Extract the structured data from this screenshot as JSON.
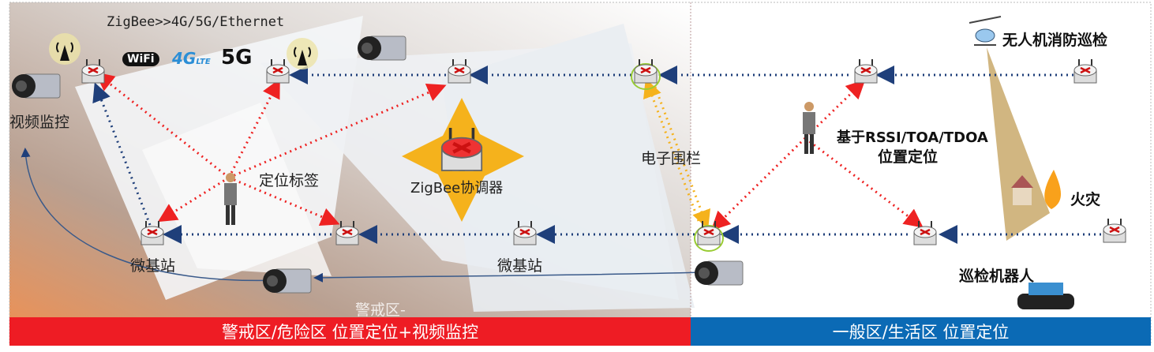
{
  "title_network": "ZigBee>>4G/5G/Ethernet",
  "icons": {
    "wifi": "WiFi",
    "lte": "4G",
    "lte_sub": "LTE",
    "five_g": "5G"
  },
  "labels": {
    "video": "视频监控",
    "tag": "定位标签",
    "coordinator": "ZigBee协调器",
    "micro_station_1": "微基站",
    "micro_station_2": "微基站",
    "fence": "电子围栏",
    "positioning_line1": "基于RSSI/TOA/TDOA",
    "positioning_line2": "位置定位",
    "drone": "无人机消防巡检",
    "fire": "火灾",
    "robot": "巡检机器人",
    "warning_faded": "警戒区-"
  },
  "zones": {
    "danger": "警戒区/危险区  位置定位+视频监控",
    "general": "一般区/生活区  位置定位"
  },
  "colors": {
    "danger": "#ee1c24",
    "general": "#0b6ab5",
    "signal": "#ee2222",
    "link": "#1f3f7a",
    "fence": "#f5b21c"
  }
}
